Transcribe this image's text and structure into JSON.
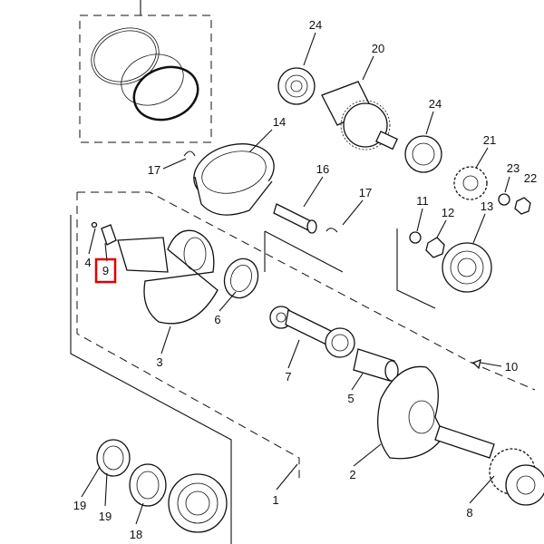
{
  "diagram": {
    "highlight_color": "#e00000",
    "highlighted_part": "9",
    "labels": {
      "p24a": "24",
      "p20": "20",
      "p14": "14",
      "p24b": "24",
      "p21": "21",
      "p17a": "17",
      "p16": "16",
      "p17b": "17",
      "p23": "23",
      "p22": "22",
      "p11": "11",
      "p12": "12",
      "p13": "13",
      "p4": "4",
      "p9": "9",
      "p6": "6",
      "p3": "3",
      "p7": "7",
      "p5": "5",
      "p10": "10",
      "p2": "2",
      "p1": "1",
      "p19a": "19",
      "p19b": "19",
      "p18": "18",
      "p8": "8"
    }
  }
}
